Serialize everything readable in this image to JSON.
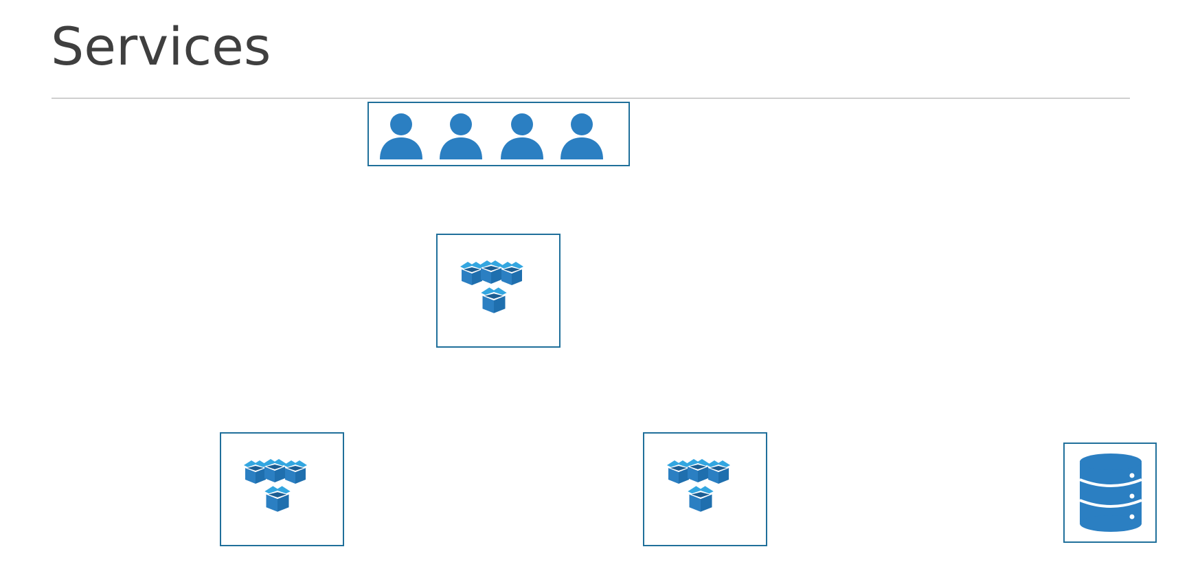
{
  "slide": {
    "title": "Services"
  },
  "diagram": {
    "users": {
      "count": 4,
      "icon": "user-icon"
    },
    "pod_groups": [
      {
        "id": "center",
        "icon": "pods-icon"
      },
      {
        "id": "left",
        "icon": "pods-icon"
      },
      {
        "id": "right",
        "icon": "pods-icon"
      }
    ],
    "database": {
      "icon": "database-icon"
    }
  },
  "colors": {
    "accent": "#1f6f9a",
    "icon_blue": "#2b7fc2",
    "icon_light_blue": "#33a6e0",
    "title_text": "#3f3f3f",
    "rule": "#cfcfcf"
  }
}
